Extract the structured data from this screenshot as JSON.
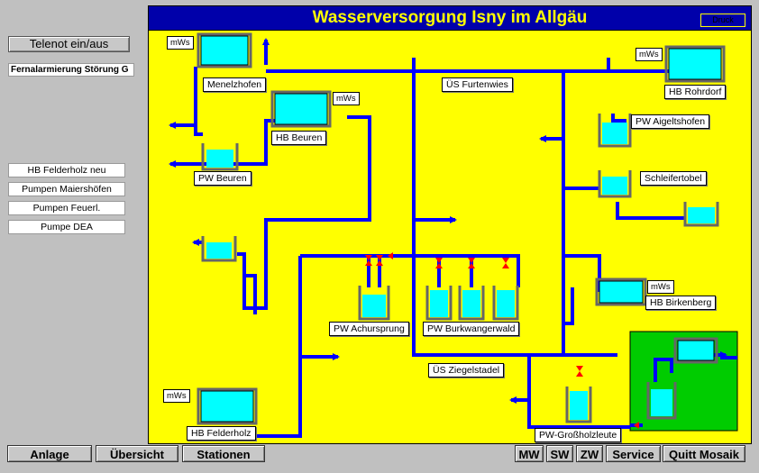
{
  "header": {
    "title": "Wasserversorgung Isny im Allgäu",
    "print_label": "Druck"
  },
  "sidebar": {
    "telenot_label": "Telenot ein/aus",
    "alarm_text": "Fernalarmierung Störung G",
    "items": [
      "HB Felderholz neu",
      "Pumpen Maiershöfen",
      "Pumpen Feuerl.",
      "Pumpe DEA"
    ]
  },
  "labels": {
    "menelzhofen": "Menelzhofen",
    "furtenwies": "ÜS Furtenwies",
    "rohrdorf": "HB Rohrdorf",
    "beuren_hb": "HB Beuren",
    "aigeltshofen": "PW Aigeltshofen",
    "pw_beuren": "PW Beuren",
    "schleifertobel": "Schleifertobel",
    "birkenberg": "HB Birkenberg",
    "achursprung": "PW Achursprung",
    "burkwangerwald": "PW Burkwangerwald",
    "ziegelstadel": "ÜS Ziegelstadel",
    "felderholz": "HB Felderholz",
    "grossholzleute": "PW-Großholzleute"
  },
  "mws_label": "mWs",
  "bottom": {
    "anlage": "Anlage",
    "uebersicht": "Übersicht",
    "stationen": "Stationen",
    "mw": "MW",
    "sw": "SW",
    "zw": "ZW",
    "service": "Service",
    "quitt": "Quitt Mosaik"
  },
  "colors": {
    "pipe": "#0000ff",
    "water": "#00ffff",
    "background": "#ffff00",
    "highlight": "#00cc00",
    "title_bg": "#0000aa",
    "title_fg": "#ffff00",
    "valve": "#ff0000"
  }
}
